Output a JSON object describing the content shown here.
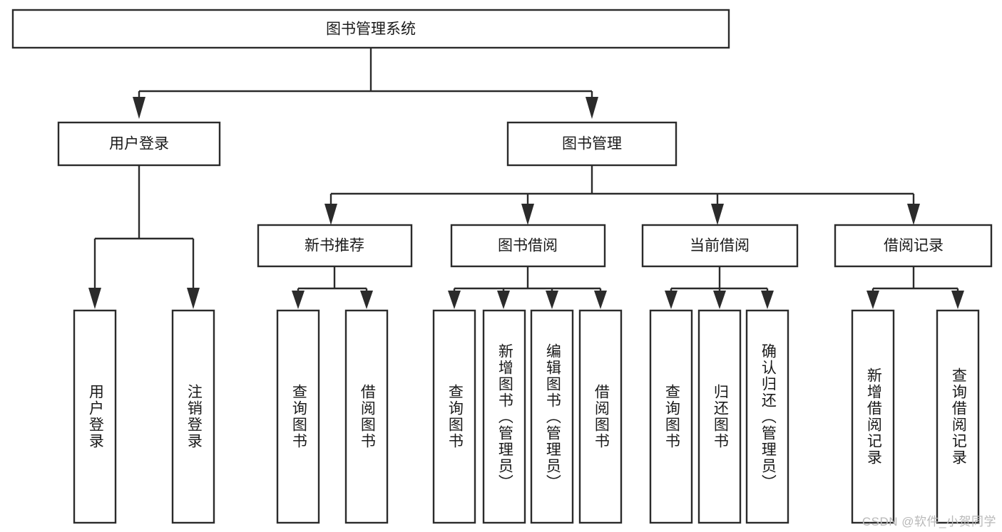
{
  "diagram": {
    "type": "tree-hierarchy-chart",
    "title": "图书管理系统",
    "watermark": "CSDN @软件_小贺同学",
    "colors": {
      "stroke": "#2b2b2b",
      "box_fill": "#ffffff",
      "text": "#1a1a1a",
      "background": "#ffffff",
      "watermark": "#b9b9b9"
    },
    "levels": {
      "level0": [
        {
          "id": "root",
          "label": "图书管理系统",
          "orientation": "horizontal"
        }
      ],
      "level1": [
        {
          "id": "user-login",
          "label": "用户登录",
          "orientation": "horizontal"
        },
        {
          "id": "book-manage",
          "label": "图书管理",
          "orientation": "horizontal"
        }
      ],
      "level2": [
        {
          "id": "new-book-recommend",
          "label": "新书推荐",
          "orientation": "horizontal",
          "parent": "book-manage"
        },
        {
          "id": "book-borrow",
          "label": "图书借阅",
          "orientation": "horizontal",
          "parent": "book-manage"
        },
        {
          "id": "current-borrow",
          "label": "当前借阅",
          "orientation": "horizontal",
          "parent": "book-manage"
        },
        {
          "id": "borrow-record",
          "label": "借阅记录",
          "orientation": "horizontal",
          "parent": "book-manage"
        }
      ],
      "level3": [
        {
          "id": "leaf-user-login",
          "label": "用户登录",
          "orientation": "vertical",
          "parent": "user-login"
        },
        {
          "id": "leaf-user-logout",
          "label": "注销登录",
          "orientation": "vertical",
          "parent": "user-login"
        },
        {
          "id": "leaf-query-book-1",
          "label": "查询图书",
          "orientation": "vertical",
          "parent": "new-book-recommend"
        },
        {
          "id": "leaf-borrow-book-1",
          "label": "借阅图书",
          "orientation": "vertical",
          "parent": "new-book-recommend"
        },
        {
          "id": "leaf-query-book-2",
          "label": "查询图书",
          "orientation": "vertical",
          "parent": "book-borrow"
        },
        {
          "id": "leaf-add-book",
          "label": "新增图书（管理员）",
          "orientation": "vertical",
          "parent": "book-borrow"
        },
        {
          "id": "leaf-edit-book",
          "label": "编辑图书（管理员）",
          "orientation": "vertical",
          "parent": "book-borrow"
        },
        {
          "id": "leaf-borrow-book-2",
          "label": "借阅图书",
          "orientation": "vertical",
          "parent": "book-borrow"
        },
        {
          "id": "leaf-query-book-3",
          "label": "查询图书",
          "orientation": "vertical",
          "parent": "current-borrow"
        },
        {
          "id": "leaf-return-book",
          "label": "归还图书",
          "orientation": "vertical",
          "parent": "current-borrow"
        },
        {
          "id": "leaf-confirm-return",
          "label": "确认归还（管理员）",
          "orientation": "vertical",
          "parent": "current-borrow"
        },
        {
          "id": "leaf-add-record",
          "label": "新增借阅记录",
          "orientation": "vertical",
          "parent": "borrow-record"
        },
        {
          "id": "leaf-query-record",
          "label": "查询借阅记录",
          "orientation": "vertical",
          "parent": "borrow-record"
        }
      ]
    }
  }
}
